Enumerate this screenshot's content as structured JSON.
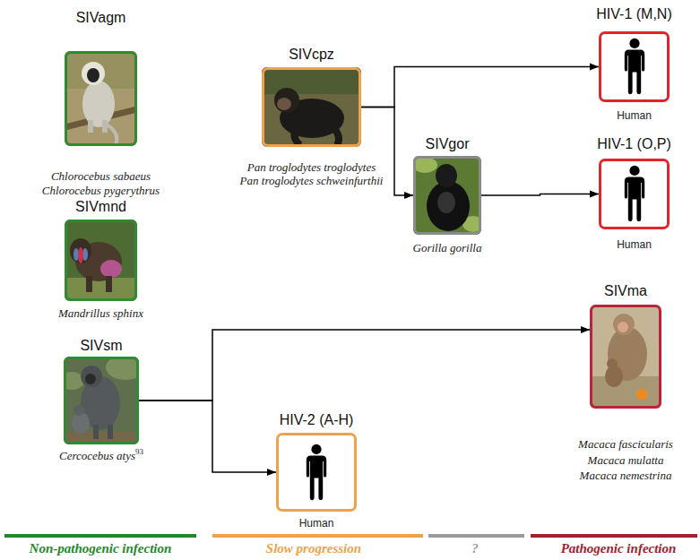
{
  "diagram": {
    "nodes": [
      {
        "text": [
          "SIVagm",
          "Chlorocebus sabaeus",
          "Chlorocebus pygerythrus"
        ]
      },
      {
        "text": [
          "SIVcpz",
          "Pan troglodytes troglodytes",
          "Pan troglodytes schweinfurthii"
        ]
      },
      {
        "text": [
          "HIV-1 (M,N)",
          "Human"
        ]
      },
      {
        "text": [
          "SIVgor",
          "Gorilla gorilla"
        ]
      },
      {
        "text": [
          "HIV-1 (O,P)",
          "Human"
        ]
      },
      {
        "text": [
          "SIVmnd",
          "Mandrillus sphinx"
        ]
      },
      {
        "text": [
          "SIVsm",
          "Cercocebus atys",
          "93"
        ]
      },
      {
        "text": [
          "SIVma",
          "Macaca fascicularis",
          "Macaca mulatta",
          "Macaca nemestrina"
        ]
      },
      {
        "text": [
          "HIV-2 (A-H)",
          "Human"
        ]
      }
    ],
    "edges": [
      {
        "from": 1,
        "to": 2,
        "arrow": "to"
      },
      {
        "from": 1,
        "to": 3,
        "arrow": "to"
      },
      {
        "from": 3,
        "to": 4,
        "arrow": "to"
      },
      {
        "from": 6,
        "to": 7,
        "arrow": "to"
      },
      {
        "from": 6,
        "to": 8,
        "arrow": "to"
      }
    ],
    "legend": [
      {
        "text": "Non-pathogenic infection",
        "color": "#22892b"
      },
      {
        "text": "Slow progression",
        "color": "#f0a24a"
      },
      {
        "text": "?",
        "color": "#9a9a9a"
      },
      {
        "text": "Pathogenic infection",
        "color": "#a3202e"
      }
    ]
  }
}
